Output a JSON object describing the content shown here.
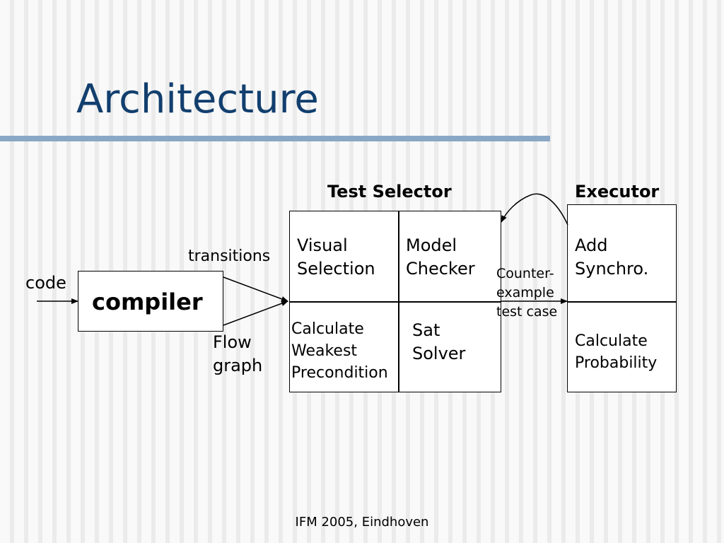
{
  "slide": {
    "title": "Architecture",
    "footer": "IFM 2005, Eindhoven"
  },
  "diagram": {
    "input_label": "code",
    "compiler_label": "compiler",
    "transitions_label": "transitions",
    "flow_graph_label": [
      "Flow",
      "graph"
    ],
    "test_selector": {
      "header": "Test Selector",
      "cells": {
        "visual_selection": [
          "Visual",
          "Selection"
        ],
        "model_checker": [
          "Model",
          "Checker"
        ],
        "weakest_precondition": [
          "Calculate",
          "Weakest",
          "Precondition"
        ],
        "sat_solver": [
          "Sat",
          "Solver"
        ]
      }
    },
    "counterexample_label": [
      "Counter-",
      "example",
      "test case"
    ],
    "executor": {
      "header": "Executor",
      "cells": {
        "add_synchro": [
          "Add",
          "Synchro."
        ],
        "calculate_probability": [
          "Calculate",
          "Probability"
        ]
      }
    }
  }
}
